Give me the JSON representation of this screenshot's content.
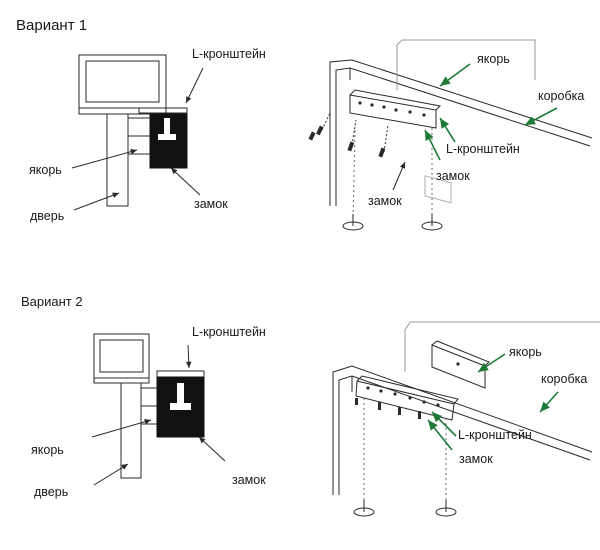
{
  "variants": [
    {
      "title": "Вариант 1",
      "left_labels": {
        "bracket": "L-кронштейн",
        "anchor": "якорь",
        "door": "дверь",
        "lock": "замок"
      },
      "right_labels": {
        "anchor": "якорь",
        "frame": "коробка",
        "bracket": "L-кронштейн",
        "lock1": "замок",
        "lock2": "замок"
      }
    },
    {
      "title": "Вариант 2",
      "left_labels": {
        "bracket": "L-кронштейн",
        "anchor": "якорь",
        "door": "дверь",
        "lock": "замок"
      },
      "right_labels": {
        "anchor": "якорь",
        "frame": "коробка",
        "bracket": "L-кронштейн",
        "lock": "замок"
      }
    }
  ],
  "colors": {
    "line": "#2a2a2a",
    "arrow_green": "#1f7a3a",
    "lock_fill": "#111111",
    "light_line": "#9a9a9a"
  }
}
